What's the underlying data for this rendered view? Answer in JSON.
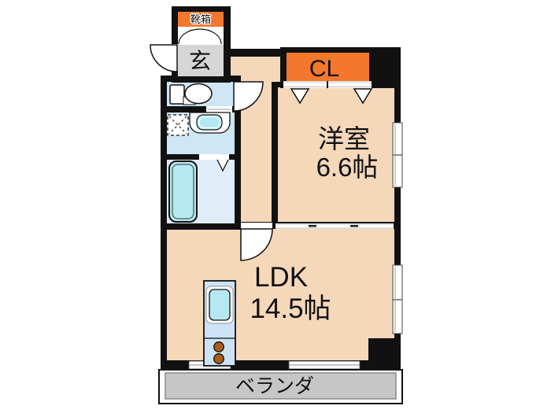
{
  "meta": {
    "type": "apartment-floor-plan"
  },
  "colors": {
    "wall": "#111111",
    "floor_peach": "#F5D7BA",
    "closet_orange": "#F4772E",
    "genkan_gray": "#D6D6D6",
    "wet_blue": "#CFE6F4",
    "bath_blue": "#DFEDF8",
    "fixture_cyan": "#B5E9F2",
    "kitchen_blue": "#CDE3F5",
    "balcony_gray": "#C6C6C6",
    "burner_brown": "#A85E18",
    "door_white": "#FFFFFF"
  },
  "rooms": {
    "shoe_box": {
      "label": "靴箱"
    },
    "entrance": {
      "label": "玄"
    },
    "closet": {
      "label": "CL"
    },
    "western_room": {
      "name": "洋室",
      "size": "6.6帖"
    },
    "ldk": {
      "name": "LDK",
      "size": "14.5帖"
    },
    "balcony": {
      "label": "ベランダ"
    }
  },
  "fixtures": {
    "toilet": "toilet",
    "washbasin": "washbasin",
    "washing_machine_pan": "washing-machine-pan",
    "bathtub": "bathtub",
    "kitchen_counter": "kitchen-counter-with-sink",
    "stove_burners": "two-stove-burners"
  }
}
